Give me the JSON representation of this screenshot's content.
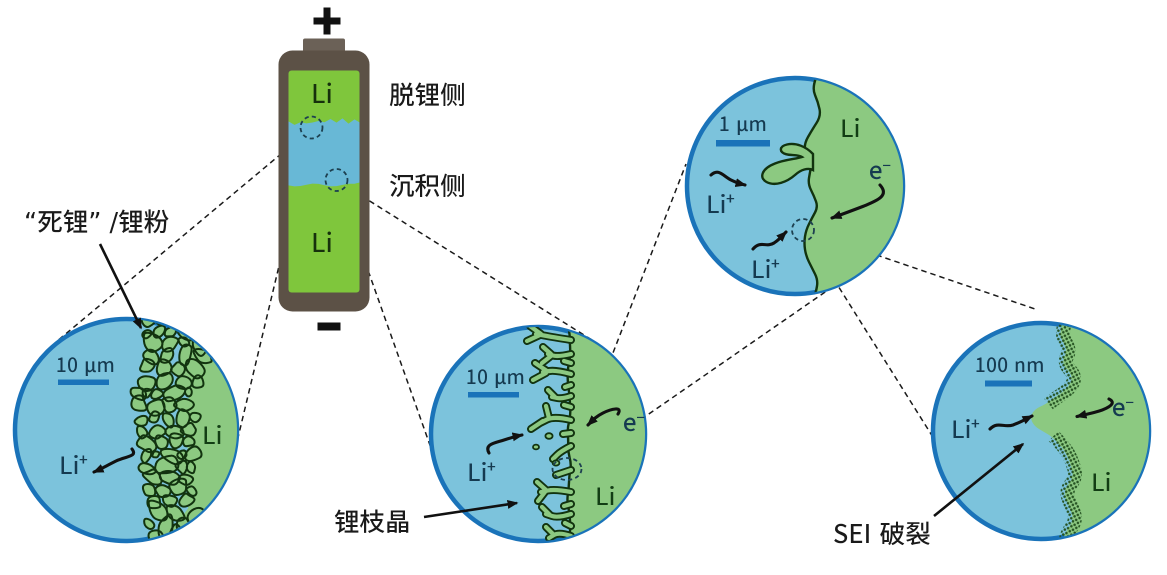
{
  "colors": {
    "bg": "#ffffff",
    "electrolyte": "#7cc3dc",
    "battery_blue": "#68b8d6",
    "lithium_green": "#8cc981",
    "battery_green": "#7fc63c",
    "circle_border": "#1a73b9",
    "scale_bar": "#1a73b9",
    "shell": "#5c5146",
    "shell_light": "#6b6157",
    "outline": "#12330f",
    "ink": "#1a1a1a",
    "label_blue_text": "#153a50",
    "label_green_text": "#123d14",
    "stipple": "#265423"
  },
  "battery": {
    "plus_label": "+",
    "minus_label": "−",
    "top_electrode_label": "Li",
    "bottom_electrode_label": "Li",
    "stripping_side_label": "脱锂侧",
    "plating_side_label": "沉积侧"
  },
  "annotations": {
    "dead_lithium_label": "“死锂” /锂粉",
    "dendrite_label": "锂枝晶",
    "sei_crack_label": "SEI 破裂"
  },
  "panels": {
    "dead_li": {
      "scale_label": "10 μm",
      "ion_label": "Li",
      "ion_sup": "+",
      "metal_label": "Li"
    },
    "dendrite": {
      "scale_label": "10 μm",
      "ion_label": "Li",
      "ion_sup": "+",
      "electron_label": "e",
      "electron_sup": "−",
      "metal_label": "Li"
    },
    "tip": {
      "scale_label": "1 μm",
      "ion1_label": "Li",
      "ion1_sup": "+",
      "ion2_label": "Li",
      "ion2_sup": "+",
      "electron_label": "e",
      "electron_sup": "−",
      "metal_label": "Li"
    },
    "sei": {
      "scale_label": "100 nm",
      "ion_label": "Li",
      "ion_sup": "+",
      "electron_label": "e",
      "electron_sup": "−",
      "metal_label": "Li"
    }
  }
}
